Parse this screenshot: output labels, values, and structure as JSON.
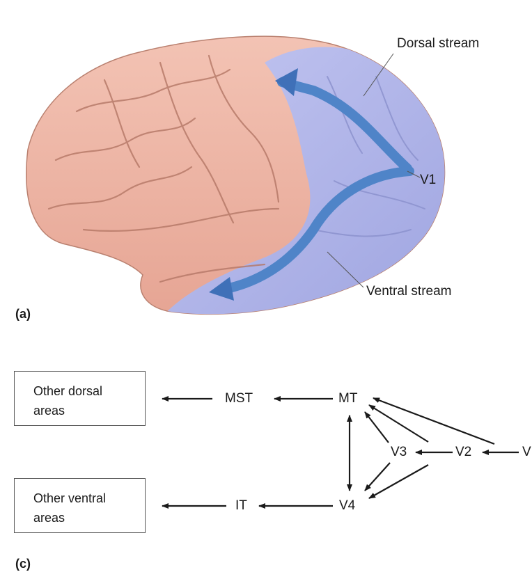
{
  "panel_a": {
    "label": "(a)",
    "dorsal_label": "Dorsal stream",
    "v1_label": "V1",
    "ventral_label": "Ventral stream"
  },
  "panel_c": {
    "label": "(c)",
    "dorsal_box": {
      "line1": "Other dorsal",
      "line2": "areas"
    },
    "ventral_box": {
      "line1": "Other ventral",
      "line2": "areas"
    },
    "nodes": {
      "mst": "MST",
      "mt": "MT",
      "v3": "V3",
      "v2": "V2",
      "v1": "V",
      "v4": "V4",
      "it": "IT"
    }
  },
  "colors": {
    "brain_pink": "#eab1a0",
    "visual_blue": "#aeb3e8",
    "arrow_blue": "#4f84c8",
    "outline": "#555555"
  }
}
